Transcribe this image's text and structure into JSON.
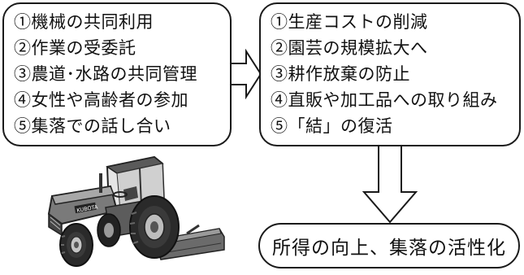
{
  "left_box": {
    "items": [
      "①機械の共同利用",
      "②作業の受委託",
      "③農道･水路の共同管理",
      "④女性や高齢者の参加",
      "⑤集落での話し合い"
    ]
  },
  "right_box": {
    "items": [
      "①生産コストの削減",
      "②園芸の規模拡大へ",
      "③耕作放棄の防止",
      "④直販や加工品への取り組み",
      "⑤「結」の復活"
    ]
  },
  "result_box": {
    "label": "所得の向上、集落の活性化"
  },
  "tractor": {
    "brand_text": "KUBOTA"
  }
}
